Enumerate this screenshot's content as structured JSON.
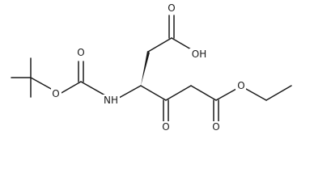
{
  "molecule": {
    "atom_labels": {
      "carbonyl_o_top": "O",
      "acid_oh": "OH",
      "ester_o_left": "O",
      "nh": "NH",
      "ketone_o": "O",
      "ester_o_right": "O",
      "ester_carbonyl_o": "O"
    }
  }
}
